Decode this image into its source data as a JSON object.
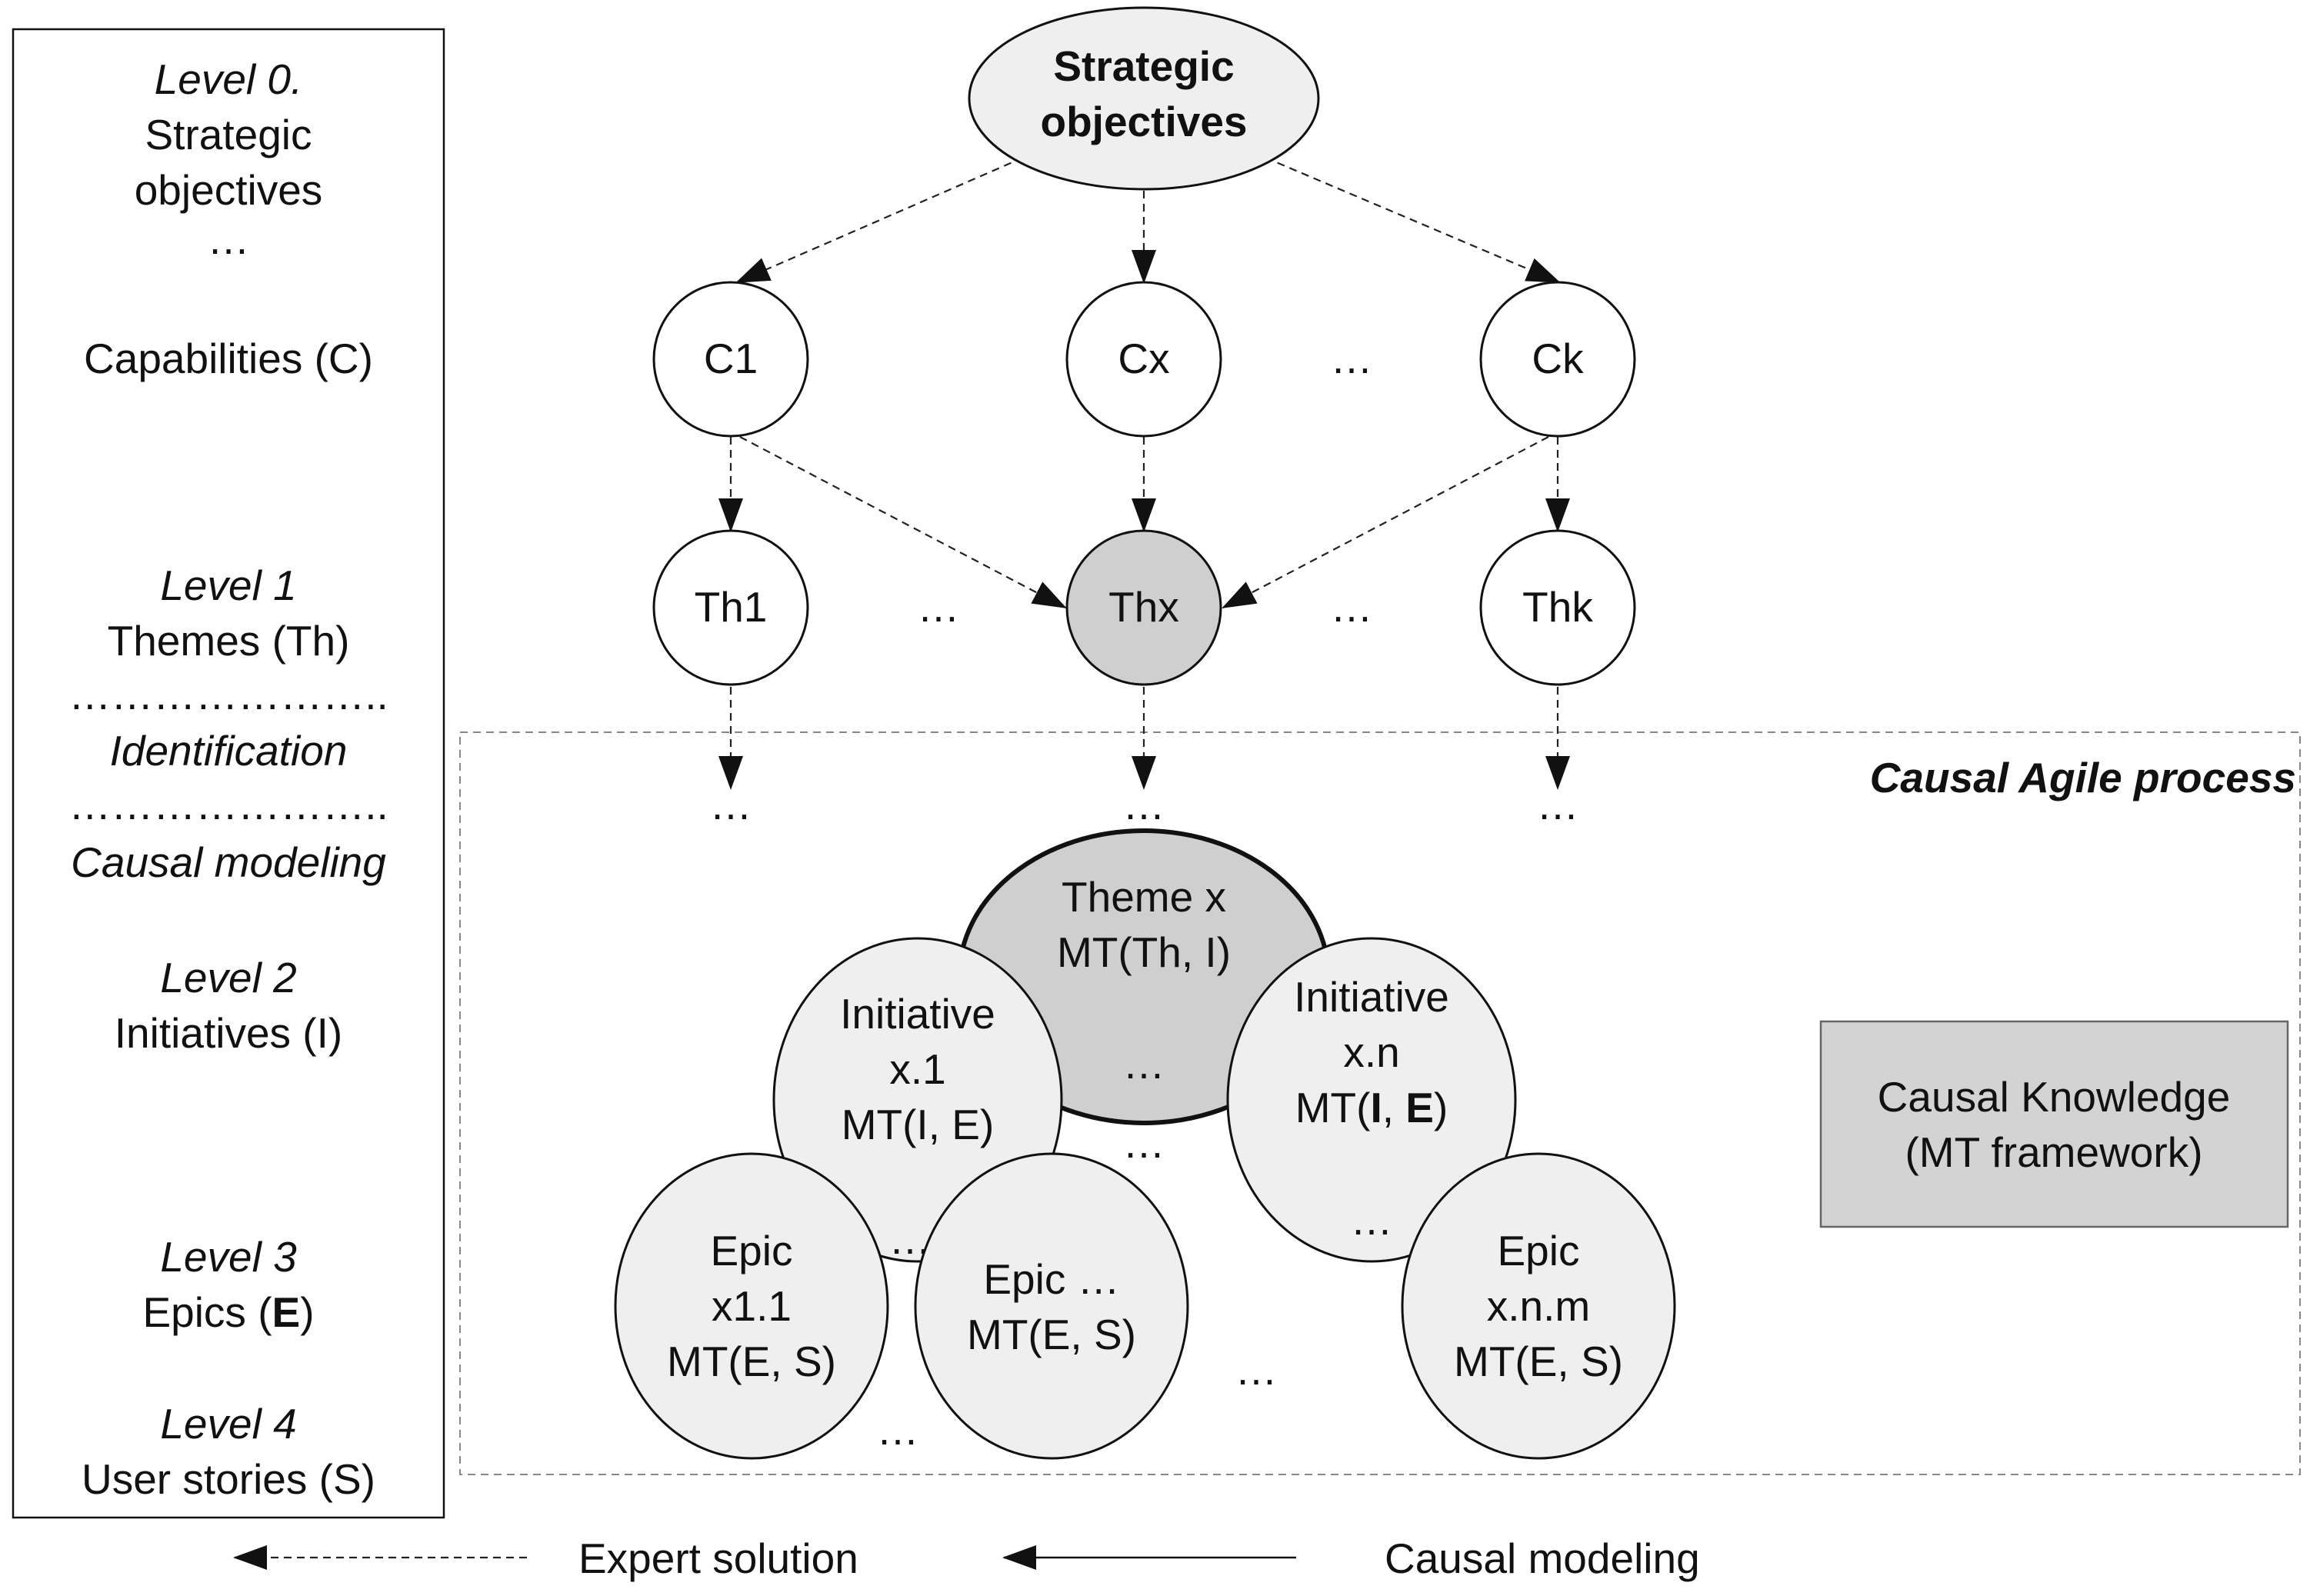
{
  "levels_panel": {
    "level0": "Level 0.",
    "level0_name": [
      "Strategic",
      "objectives"
    ],
    "dots_top": "…",
    "capabilities": "Capabilities (C)",
    "level1": "Level 1",
    "themes": "Themes (Th)",
    "dotted_line": "…………………..",
    "identification": "Identification",
    "causal_modeling": "Causal modeling",
    "level2": "Level 2",
    "initiatives": "Initiatives (I)",
    "level3": "Level 3",
    "epics": "Epics (E)",
    "level4": "Level 4",
    "user_stories": "User stories (S)"
  },
  "nodes": {
    "strategic": [
      "Strategic",
      "objectives"
    ],
    "c1": "C1",
    "cx": "Cx",
    "ck": "Ck",
    "th1": "Th1",
    "thx": "Thx",
    "thk": "Thk",
    "theme_x": [
      "Theme x",
      "MT(Th, I)"
    ],
    "initiative_x1": [
      "Initiative",
      "x.1",
      "MT(I, E)"
    ],
    "initiative_xn": [
      "Initiative",
      "x.n",
      "MT(",
      "I",
      ", ",
      "E",
      ")"
    ],
    "epic_x11": [
      "Epic",
      "x1.1",
      "MT(E, S)"
    ],
    "epic_mid": [
      "Epic …",
      "MT(E, S)"
    ],
    "epic_xnm": [
      "Epic",
      "x.n.m",
      "MT(E, S)"
    ]
  },
  "ellipsis": "…",
  "process_label": "Causal Agile process",
  "knowledge_box": [
    "Causal Knowledge",
    "(MT framework)"
  ],
  "legend": {
    "expert": "Expert solution",
    "causal": "Causal modeling"
  },
  "colors": {
    "light_fill": "#efefef",
    "dark_fill": "#cfcfcf",
    "white_fill": "#ffffff",
    "box_fill": "#d3d3d3"
  }
}
